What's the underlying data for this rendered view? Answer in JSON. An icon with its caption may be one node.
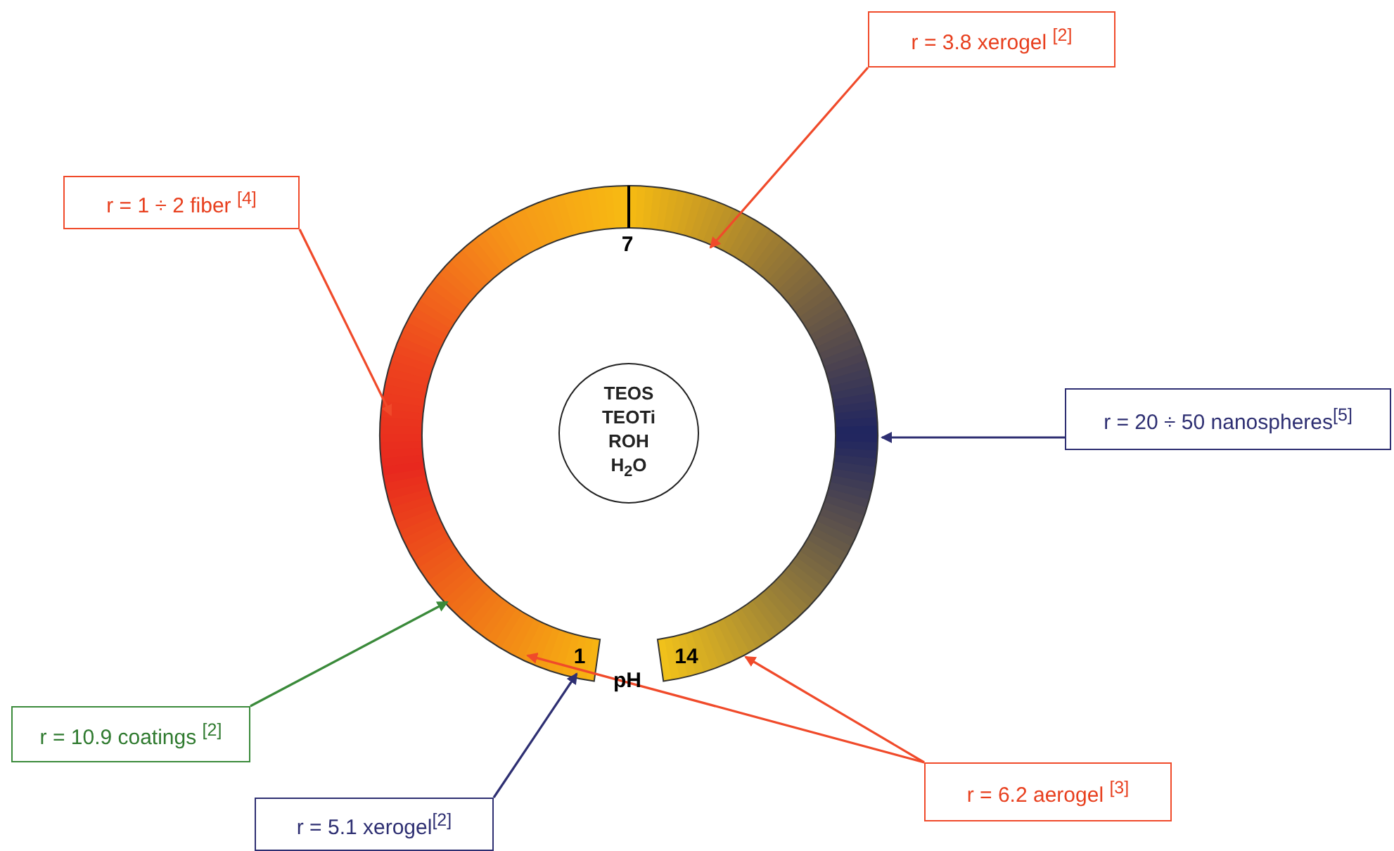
{
  "diagram": {
    "nodes": [
      {
        "text": [
          "r = 3.8 xerogel $^{[2]}$"
        ]
      },
      {
        "text": [
          "r = 1 ÷ 2 fiber $^{[4]}$"
        ]
      },
      {
        "text": [],
        "shape": "ring"
      },
      {
        "text": [
          "TEOS TEOTi ROH H$_{2}$O"
        ],
        "in": 2
      },
      {
        "text": [
          "r = 20 ÷ 50 nanospheres$^{[5]}$"
        ]
      },
      {
        "text": [
          "r = 10.9 coatings $^{[2]}$"
        ]
      },
      {
        "text": [
          "r = 6.2 aerogel $^{[3]}$"
        ]
      },
      {
        "text": [
          "r = 5.1 xerogel$^{[2]}$"
        ]
      }
    ],
    "edges": [
      {
        "from": 0,
        "to": 2,
        "arrow": "to"
      },
      {
        "from": 1,
        "to": 2,
        "arrow": "to"
      },
      {
        "from": 4,
        "to": 2,
        "arrow": "to",
        "color": "#2e2f72"
      },
      {
        "from": 5,
        "to": 2,
        "arrow": "to",
        "color": "#3a8a3a"
      },
      {
        "from": 6,
        "to": 2,
        "arrow": "to"
      },
      {
        "from": 6,
        "to": 2,
        "arrow": "to"
      },
      {
        "from": 7,
        "to": 2,
        "arrow": "to",
        "color": "#2e2f72"
      }
    ],
    "labels": [
      "7",
      "1",
      "pH",
      "14"
    ]
  }
}
